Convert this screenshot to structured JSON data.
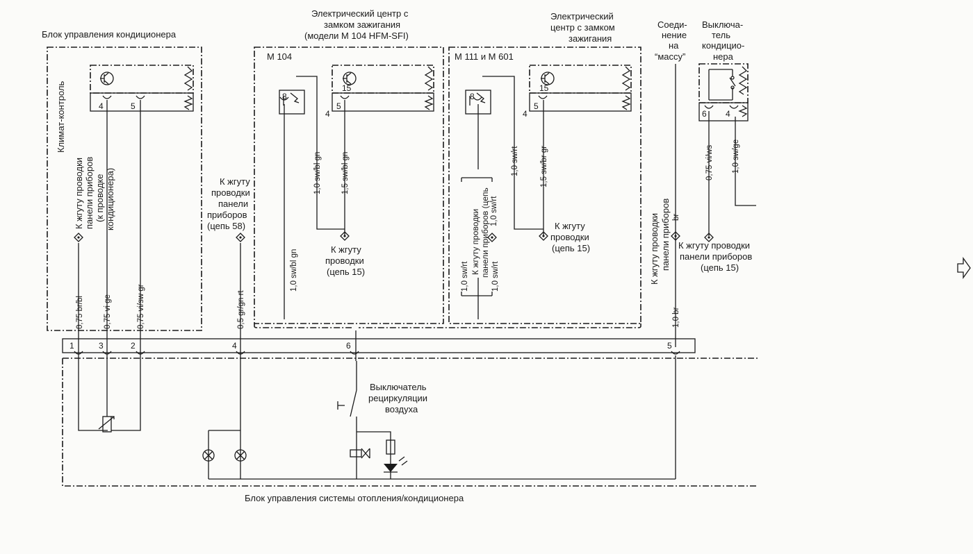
{
  "labels": {
    "blok_uprav": "Блок управления кондиционера",
    "klimat": "Климат-контроль",
    "ec_m104_1": "Электрический центр с",
    "ec_m104_2": "замком зажигания",
    "ec_m104_3": "(модели М 104 HFM-SFI)",
    "ec_2_1": "Электрический",
    "ec_2_2": "центр с замком",
    "ec_2_3": "зажигания",
    "soed_1": "Соеди-",
    "soed_2": "нение",
    "soed_3": "на",
    "soed_4": "“массу”",
    "vykl_1": "Выключа-",
    "vykl_2": "тель",
    "vykl_3": "кондицио-",
    "vykl_4": "нера",
    "m104": "М 104",
    "m111": "М 111 и М 601",
    "zhgut_1": "К жгуту проводки",
    "zhgut_2": "панели приборов",
    "zhgut_3": "(к проводке",
    "zhgut_4": "кондиционера)",
    "zh58_1": "К жгуту",
    "zh58_2": "проводки",
    "zh58_3": "панели",
    "zh58_4": "приборов",
    "zh58_5": "(цепь 58)",
    "zh15a_1": "К жгуту",
    "zh15a_2": "проводки",
    "zh15a_3": "(цепь 15)",
    "zh15b_1": "К жгуту",
    "zh15b_2": "проводки",
    "zh15b_3": "(цепь 15)",
    "zh_pan_1": "К жгуту проводки",
    "zh_pan_2": "панели приборов (цепь",
    "zh_vert_1": "К жгуту проводки",
    "zh_vert_2": "панели приборов",
    "zh15c_1": "К жгуту проводки",
    "zh15c_2": "панели приборов",
    "zh15c_3": "(цепь 15)",
    "vykl_recirc_1": "Выключатель",
    "vykl_recirc_2": "рециркуляции",
    "vykl_recirc_3": "воздуха",
    "bottom": "Блок управления системы отопления/кондиционера"
  },
  "wires": {
    "w1": "0,75 br/bl",
    "w2": "0,75 vi ge",
    "w3": "0,75 vi/sw gr",
    "w4": "0,5 gr/gn rt",
    "w5": "1,0 sw/bl gn",
    "w6": "1,0 sw/bl gn",
    "w7": "1,5 sw/bl gn",
    "w8": "1,0 sw/rt",
    "w9": "1,5 sw/br gr",
    "w10": "1,0 sw/rt",
    "w11": "1,0 sw/rt",
    "w12": "1,0 sw/rt",
    "w13": "1,0 br",
    "w14": "br",
    "w15": "0,75 vi/ws",
    "w16": "1,0 sw/ge"
  },
  "pins": {
    "p1": "1",
    "p3": "3",
    "p2": "2",
    "p4": "4",
    "p6": "6",
    "p5": "5",
    "k4": "4",
    "k5": "5",
    "a8": "8",
    "a15": "15",
    "a4": "4",
    "a5": "5",
    "b8": "8",
    "b15": "15",
    "b4": "4",
    "b5": "5",
    "c6": "6",
    "c4": "4"
  }
}
